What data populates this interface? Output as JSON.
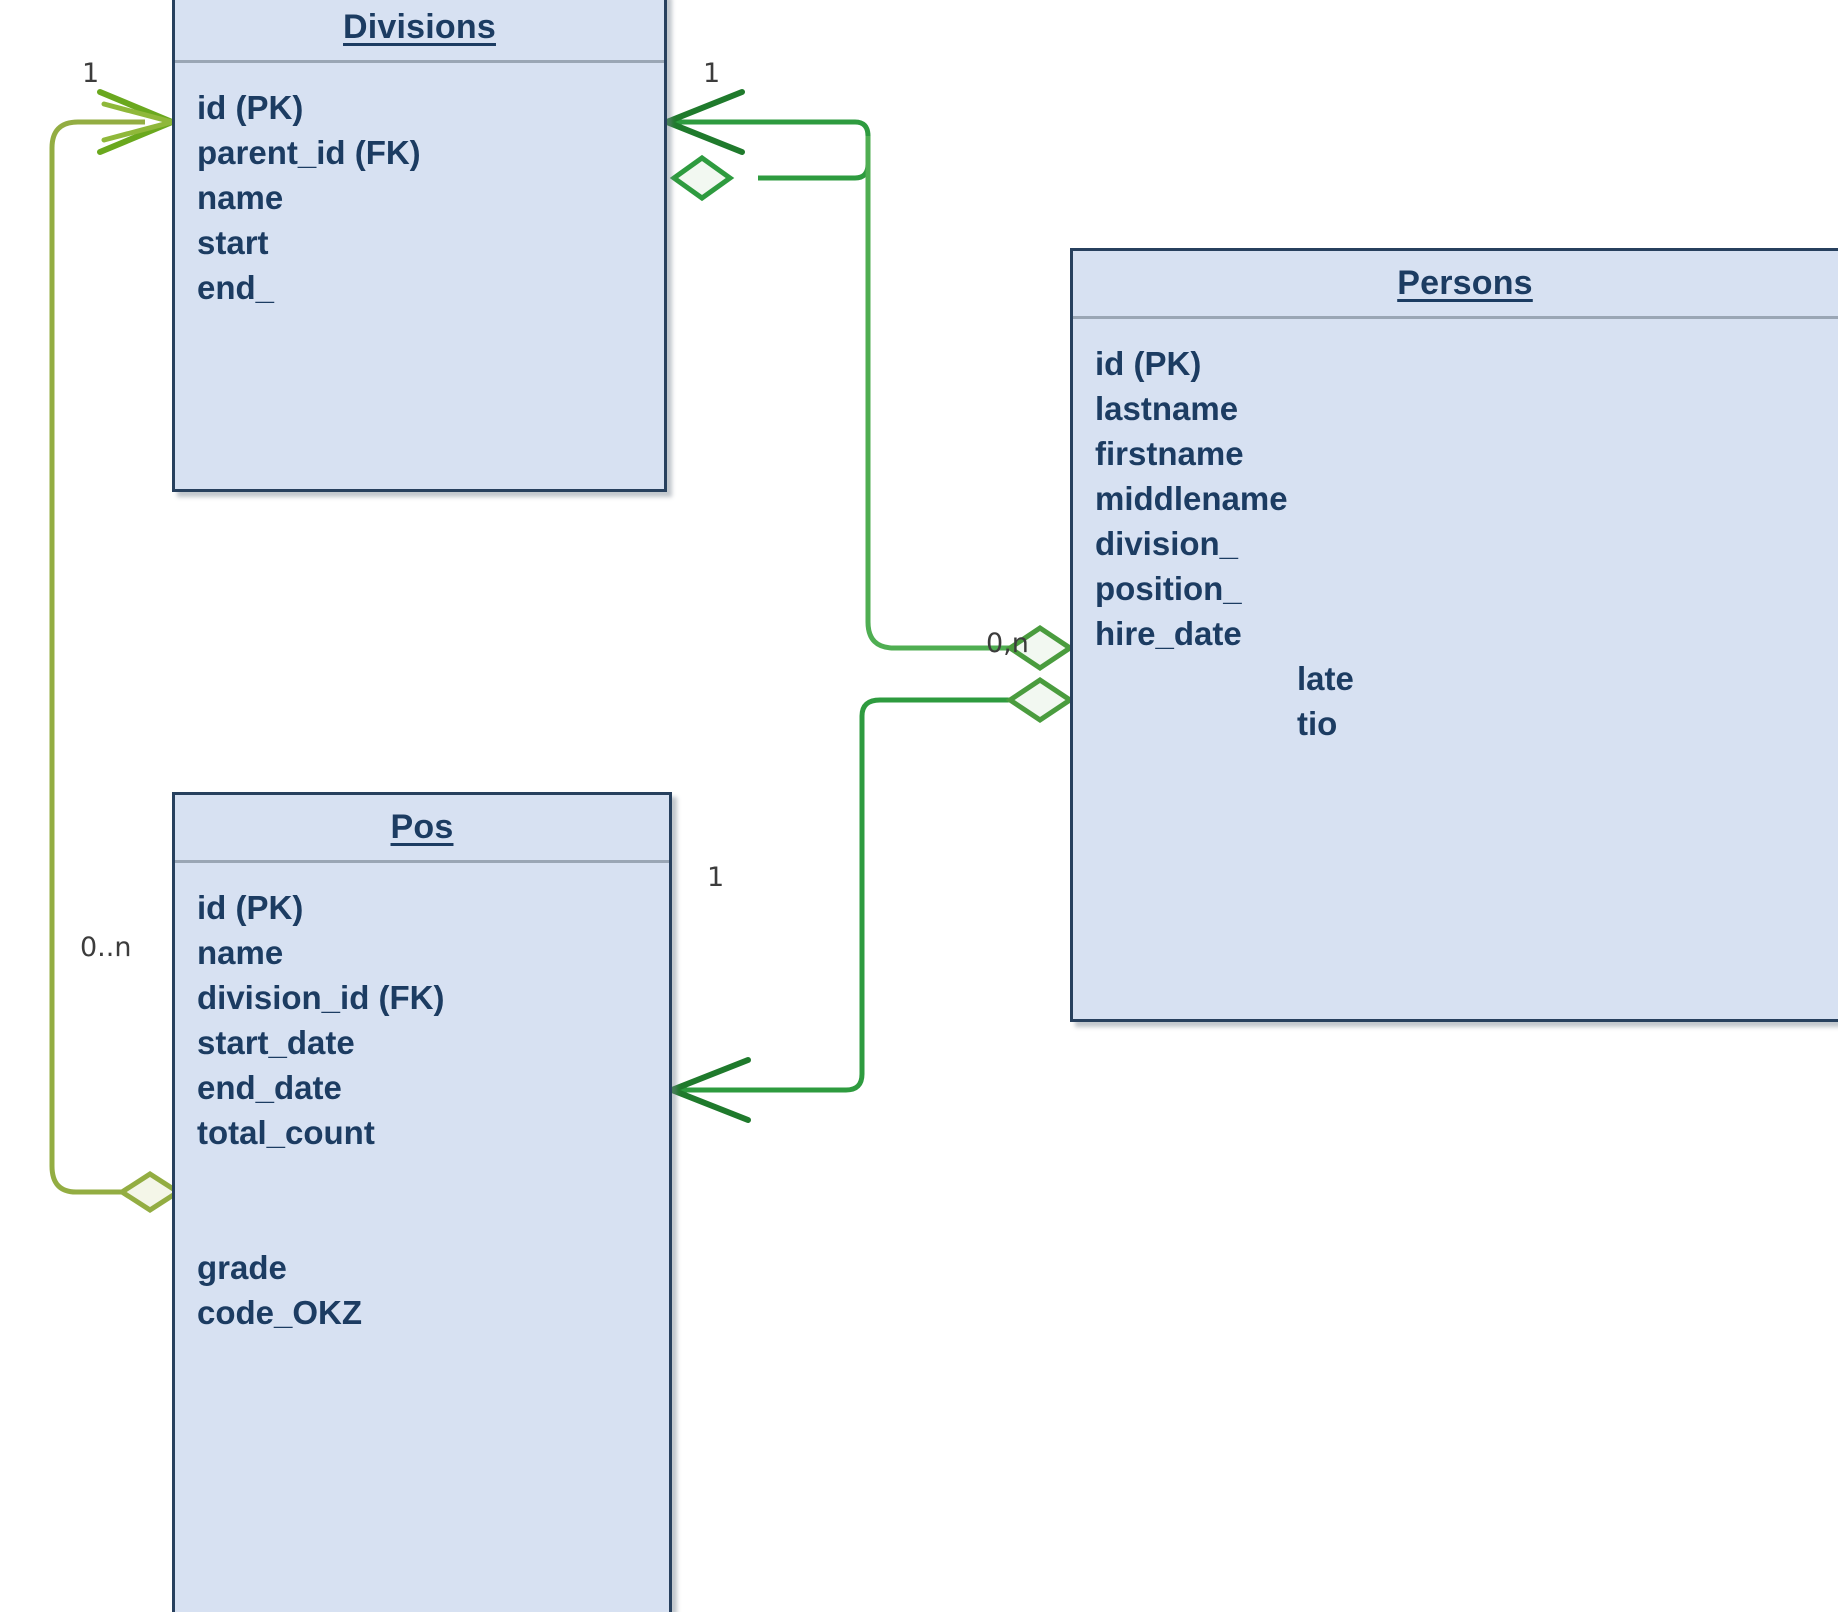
{
  "diagram": {
    "type": "entity-relationship-diagram",
    "background": "#ffffff",
    "entity_fill": "#d7e1f2",
    "entity_border": "#27405e",
    "text_color": "#1c3c62",
    "connector_color": "#2e9b3f",
    "connector_color_alt": "#8fa83c"
  },
  "entities": [
    {
      "id": "divisions",
      "title": "Divisions",
      "attributes": [
        "id (PK)",
        "parent_id (FK)",
        "name",
        "start",
        "end_"
      ]
    },
    {
      "id": "pos",
      "title": "Pos",
      "attributes": [
        "id (PK)",
        "name",
        "division_id (FK)",
        "start_date",
        "end_date",
        "total_count",
        "",
        "",
        "grade",
        "code_OKZ"
      ]
    },
    {
      "id": "persons",
      "title": "Persons",
      "attributes": [
        "id (PK)",
        "lastname",
        "firstname",
        "middlename",
        "division_",
        "position_",
        "hire_date"
      ],
      "indented_attributes": [
        "late",
        "tio"
      ]
    }
  ],
  "relationships": [
    {
      "id": "divisions-to-pos",
      "from": "divisions",
      "to": "pos",
      "from_cardinality": "1",
      "to_cardinality": "0..n"
    },
    {
      "id": "divisions-self",
      "from": "divisions",
      "to": "divisions",
      "from_cardinality": "1",
      "to_cardinality": ""
    },
    {
      "id": "divisions-to-persons",
      "from": "divisions",
      "to": "persons",
      "from_cardinality": "1",
      "to_cardinality": "0,n"
    },
    {
      "id": "pos-to-persons",
      "from": "pos",
      "to": "persons",
      "from_cardinality": "1",
      "to_cardinality": "0,n"
    }
  ],
  "cardinality_labels": {
    "divisions_left": "1",
    "divisions_self": "1",
    "pos_left": "0..n",
    "pos_right": "1",
    "persons": "0,n"
  }
}
